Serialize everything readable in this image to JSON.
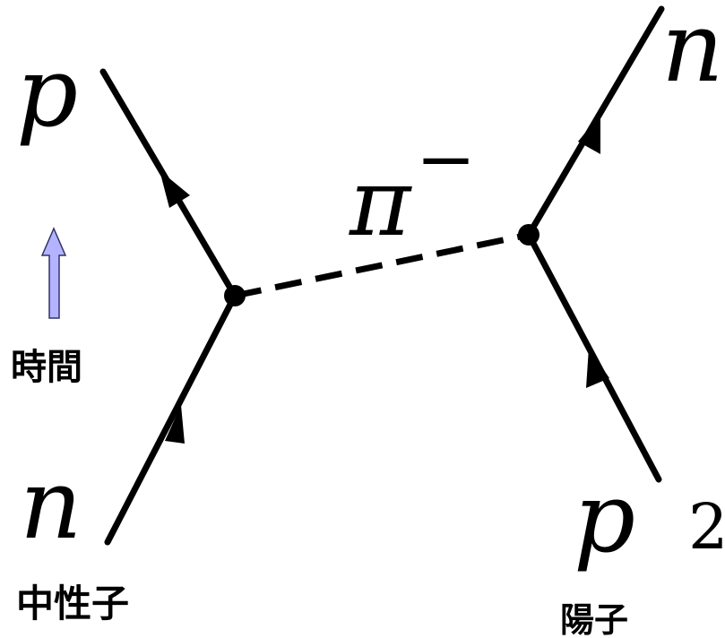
{
  "labels": {
    "top_left": "p",
    "bottom_left": "n",
    "top_right": "n",
    "bottom_right": "p",
    "exchange_particle": "π",
    "exchange_charge": "−",
    "bottom_right_extra": "2",
    "time": "時間",
    "neutron": "中性子",
    "proton": "陽子"
  },
  "colors": {
    "line": "#000000",
    "time_arrow_fill": "#b3b3ff",
    "time_arrow_stroke": "#333366"
  },
  "icons": {
    "time_arrow": "up-arrow-icon"
  }
}
